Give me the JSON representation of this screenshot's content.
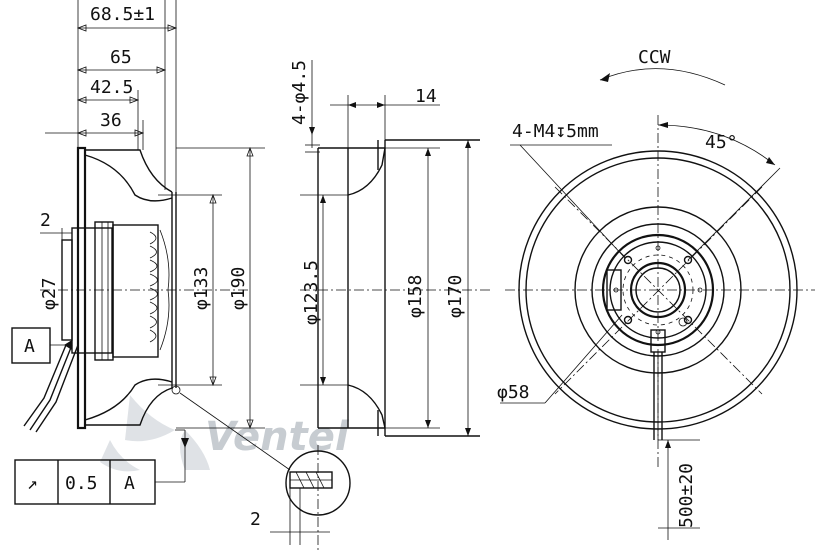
{
  "dimensions": {
    "overall_width": "68.5±1",
    "width_65": "65",
    "width_42_5": "42.5",
    "width_36": "36",
    "gap_2_left": "2",
    "dia_27": "φ27",
    "dia_133": "φ133",
    "dia_190": "φ190",
    "holes": "4-φ4.5",
    "flange_14": "14",
    "dia_123_5": "φ123.5",
    "dia_158": "φ158",
    "dia_170": "φ170",
    "screws": "4-M4↧5mm",
    "angle_45": "45°",
    "rotation": "CCW",
    "dia_58": "φ58",
    "cable_length": "500±20",
    "gap_2_bottom": "2"
  },
  "datum": {
    "label": "A"
  },
  "tolerance_frame": {
    "symbol": "↗",
    "value": "0.5",
    "datum": "A"
  },
  "watermark": {
    "text": "Ventel",
    "color_main": "#9aa4ad",
    "color_accent": "#58c3ea"
  }
}
